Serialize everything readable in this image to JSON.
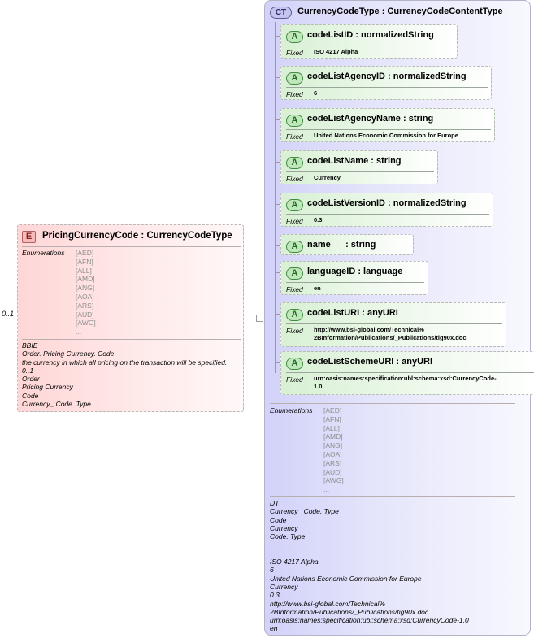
{
  "element": {
    "badge": "E",
    "title": "PricingCurrencyCode : CurrencyCodeType",
    "cardinality": "0..1",
    "enum_label": "Enumerations",
    "enums": [
      "[AED]",
      "[AFN]",
      "[ALL]",
      "[AMD]",
      "[ANG]",
      "[AOA]",
      "[ARS]",
      "[AUD]",
      "[AWG]",
      "..."
    ],
    "doc": [
      "BBIE",
      "Order. Pricing Currency. Code",
      "the currency in which all pricing on the transaction will be specified.",
      "0..1",
      "Order",
      "Pricing Currency",
      "Code",
      "Currency_ Code. Type"
    ]
  },
  "complex_type": {
    "badge": "CT",
    "title": "CurrencyCodeType : CurrencyCodeContentType",
    "attributes": [
      {
        "badge": "A",
        "title": "codeListID : normalizedString",
        "fixed_label": "Fixed",
        "value": "ISO 4217 Alpha"
      },
      {
        "badge": "A",
        "title": "codeListAgencyID : normalizedString",
        "fixed_label": "Fixed",
        "value": "6"
      },
      {
        "badge": "A",
        "title": "codeListAgencyName : string",
        "fixed_label": "Fixed",
        "value": "United Nations Economic Commission for Europe"
      },
      {
        "badge": "A",
        "title": "codeListName : string",
        "fixed_label": "Fixed",
        "value": "Currency"
      },
      {
        "badge": "A",
        "title": "codeListVersionID : normalizedString",
        "fixed_label": "Fixed",
        "value": "0.3"
      },
      {
        "badge": "A",
        "title": "name      : string"
      },
      {
        "badge": "A",
        "title": "languageID : language",
        "fixed_label": "Fixed",
        "value": "en"
      },
      {
        "badge": "A",
        "title": "codeListURI : anyURI",
        "fixed_label": "Fixed",
        "value": "http://www.bsi-global.com/Technical%",
        "value2": "2BInformation/Publications/_Publications/tig90x.doc"
      },
      {
        "badge": "A",
        "title": "codeListSchemeURI : anyURI",
        "fixed_label": "Fixed",
        "value": "urn:oasis:names:specification:ubl:schema:xsd:CurrencyCode-",
        "value2": "1.0"
      }
    ],
    "enum_label": "Enumerations",
    "enums": [
      "[AED]",
      "[AFN]",
      "[ALL]",
      "[AMD]",
      "[ANG]",
      "[AOA]",
      "[ARS]",
      "[AUD]",
      "[AWG]",
      "..."
    ],
    "doc": [
      "DT",
      "Currency_ Code. Type",
      "Code",
      "Currency",
      "Code. Type",
      "",
      "",
      "ISO 4217 Alpha",
      "6",
      "United Nations Economic Commission for Europe",
      "Currency",
      "0.3",
      "http://www.bsi-global.com/Technical%",
      "2BInformation/Publications/_Publications/tig90x.doc",
      "urn:oasis:names:specification:ubl:schema:xsd:CurrencyCode-1.0",
      "en"
    ]
  }
}
